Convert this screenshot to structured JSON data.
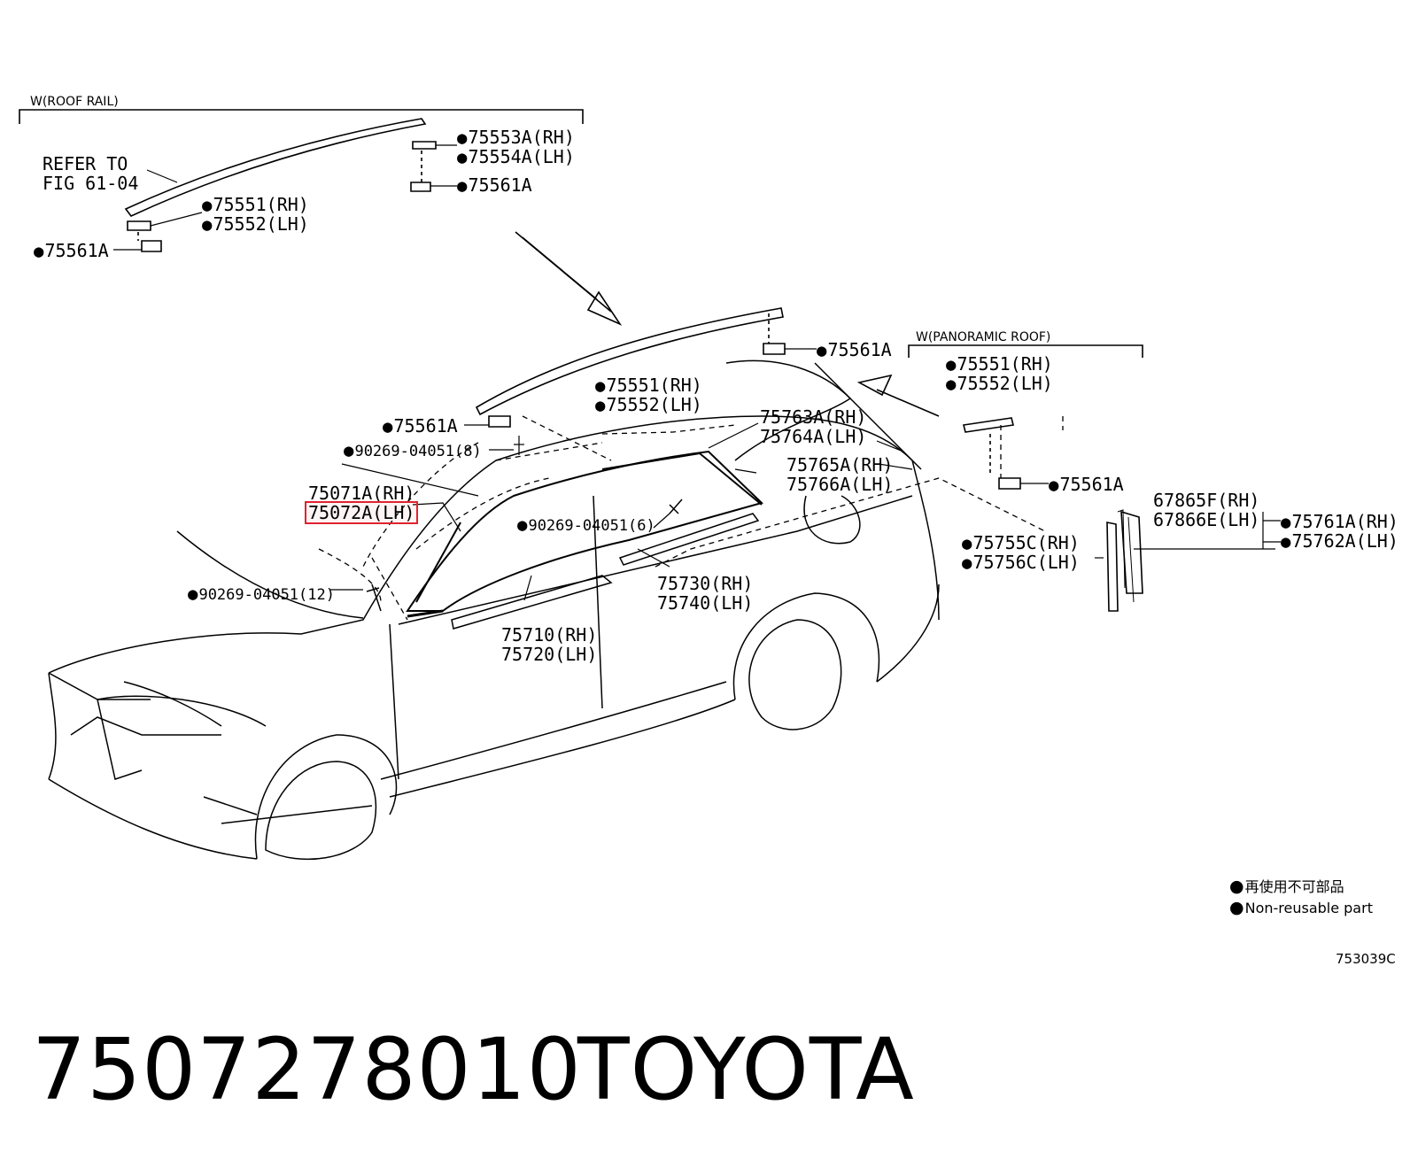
{
  "groups": {
    "roof_rail": "W(ROOF RAIL)",
    "panoramic_roof": "W(PANORAMIC ROOF)"
  },
  "labels": {
    "refer_1": "REFER TO",
    "refer_2": "FIG 61-04",
    "p75553a": "75553A(RH)",
    "p75554a": "75554A(LH)",
    "p75561a_top": "75561A",
    "p75551_top": "75551(RH)",
    "p75552_top": "75552(LH)",
    "p75561a_left": "75561A",
    "p75561a_mid": "75561A",
    "p75551_mid": "75551(RH)",
    "p75552_mid": "75552(LH)",
    "p75561a_roof": "75561A",
    "p90269_8": "90269-04051(8)",
    "p75763a": "75763A(RH)",
    "p75764a": "75764A(LH)",
    "p75765a": "75765A(RH)",
    "p75766a": "75766A(LH)",
    "p75071a": "75071A(RH)",
    "p75072a": "75072A(LH)",
    "p90269_6": "90269-04051(6)",
    "p90269_12": "90269-04051(12)",
    "p75730": "75730(RH)",
    "p75740": "75740(LH)",
    "p75710": "75710(RH)",
    "p75720": "75720(LH)",
    "pano_75551": "75551(RH)",
    "pano_75552": "75552(LH)",
    "pano_75561a": "75561A",
    "p67865f": "67865F(RH)",
    "p67866e": "67866E(LH)",
    "p75761a": "75761A(RH)",
    "p75762a": "75762A(LH)",
    "p75755c": "75755C(RH)",
    "p75756c": "75756C(LH)"
  },
  "legend": {
    "jp": "再使用不可部品",
    "en": "Non-reusable part"
  },
  "figure_code": "753039C",
  "part_number": "7507278010",
  "brand": "TOYOTA",
  "colors": {
    "highlight": "#e0232f",
    "ink": "#000000"
  }
}
